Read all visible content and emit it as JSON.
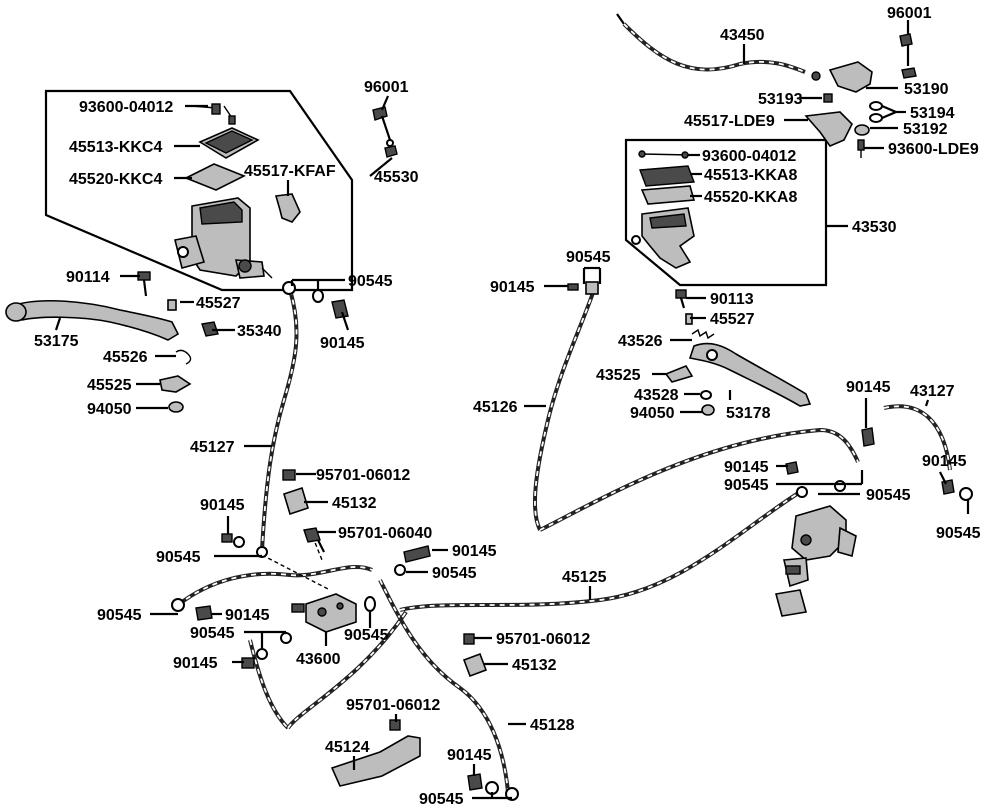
{
  "labels": {
    "l93600_04012_a": "93600-04012",
    "l45513_kkc4": "45513-KKC4",
    "l45520_kkc4": "45520-KKC4",
    "l45517_kfaf": "45517-KFAF",
    "l96001_a": "96001",
    "l45530": "45530",
    "l90114": "90114",
    "l45527_a": "45527",
    "l53175": "53175",
    "l35340": "35340",
    "l45526": "45526",
    "l45525_a": "45525",
    "l94050_a": "94050",
    "l90545_a": "90545",
    "l90145_a": "90145",
    "l45127_a": "45127",
    "l95701_06012_a": "95701-06012",
    "l45132_a": "45132",
    "l95701_06040": "95701-06040",
    "l90145_b": "90145",
    "l90545_b": "90545",
    "l90145_c": "90145",
    "l90545_c": "90545",
    "l90545_d": "90545",
    "l90145_d": "90145",
    "l90545_e": "90545",
    "l90545_f": "90545",
    "l90145_e": "90145",
    "l43600": "43600",
    "l95701_06012_b": "95701-06012",
    "l45132_b": "45132",
    "l45125": "45125",
    "l95701_06012_c": "95701-06012",
    "l45128": "45128",
    "l45124": "45124",
    "l90145_f": "90145",
    "l90545_g": "90545",
    "l43450": "43450",
    "l96001_b": "96001",
    "l53190": "53190",
    "l53193": "53193",
    "l53194": "53194",
    "l45517_lde9": "45517-LDE9",
    "l53192": "53192",
    "l93600_lde9": "93600-LDE9",
    "l93600_04012_b": "93600-04012",
    "l45513_kka8": "45513-KKA8",
    "l45520_kka8": "45520-KKA8",
    "l43530": "43530",
    "l90545_h": "90545",
    "l90145_g": "90145",
    "l90113": "90113",
    "l45527_b": "45527",
    "l43526": "43526",
    "l43525": "43525",
    "l43528": "43528",
    "l94050_b": "94050",
    "l53178": "53178",
    "l45126": "45126",
    "l90145_h": "90145",
    "l43127": "43127",
    "l90145_i": "90145",
    "l90545_i": "90545",
    "l90545_j": "90545",
    "l90145_j": "90145",
    "l90545_k": "90545"
  }
}
